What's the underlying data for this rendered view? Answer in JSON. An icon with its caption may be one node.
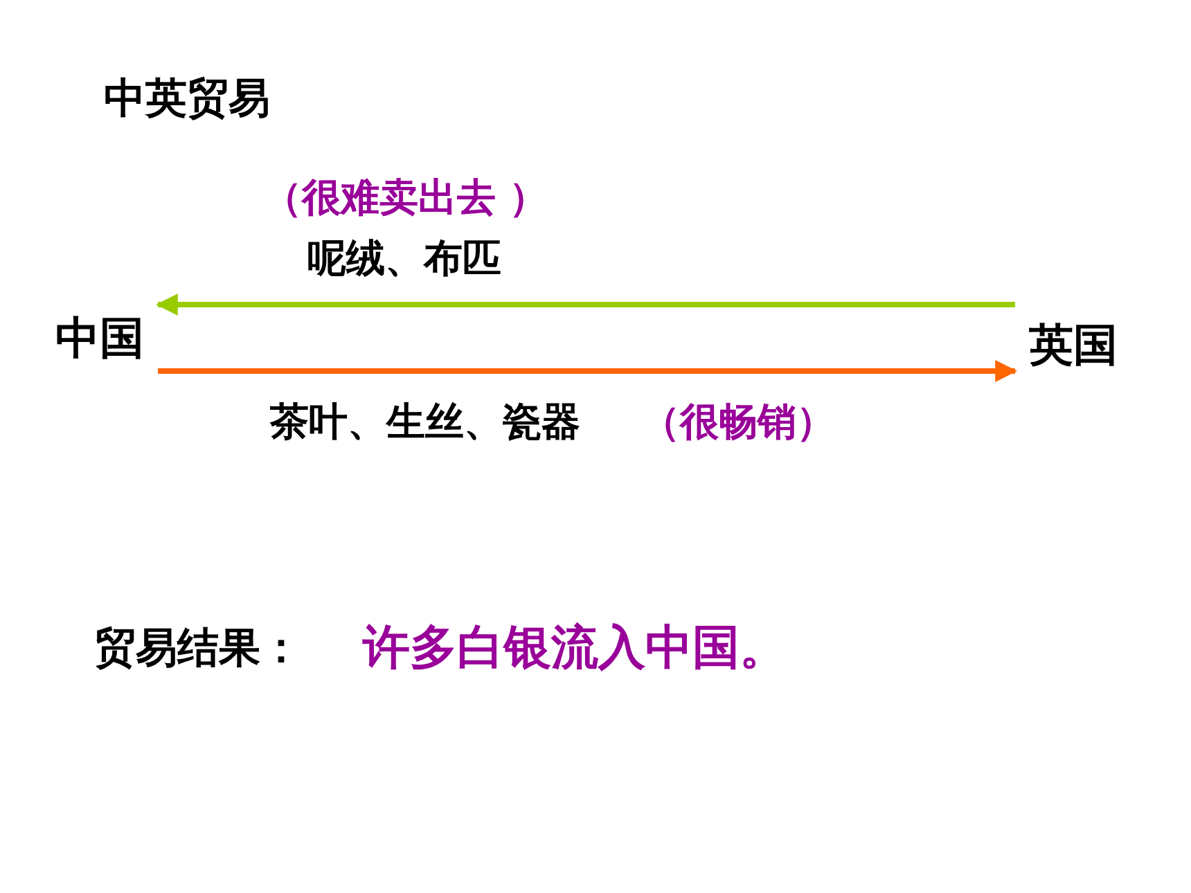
{
  "diagram": {
    "title": "中英贸易",
    "nodes": [
      {
        "text": [
          "中国"
        ]
      },
      {
        "text": [
          "英国"
        ]
      }
    ],
    "edges": [
      {
        "from": 1,
        "to": 0,
        "arrow": "to",
        "label": "呢绒、布匹",
        "color": "#99cc00"
      },
      {
        "from": 0,
        "to": 1,
        "arrow": "to",
        "label": "茶叶、生丝、瓷器",
        "color": "#ff6600"
      }
    ],
    "labels": [
      "（很难卖出去 ）",
      "（很畅销）",
      "贸易结果：",
      "许多白银流入中国。"
    ]
  }
}
